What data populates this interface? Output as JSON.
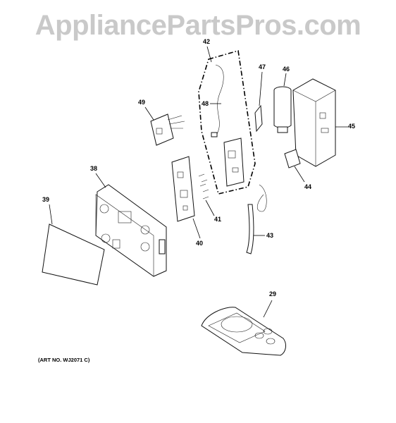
{
  "watermark": "AppliancePartsPros.com",
  "art_number": "(ART NO. WJ2071 C)",
  "part_labels": {
    "p42": "42",
    "p47": "47",
    "p46": "46",
    "p45": "45",
    "p44": "44",
    "p48": "48",
    "p49": "49",
    "p38": "38",
    "p39": "39",
    "p41": "41",
    "p40": "40",
    "p43": "43",
    "p29": "29"
  },
  "colors": {
    "watermark": "#c9c9c9",
    "line": "#000000"
  }
}
